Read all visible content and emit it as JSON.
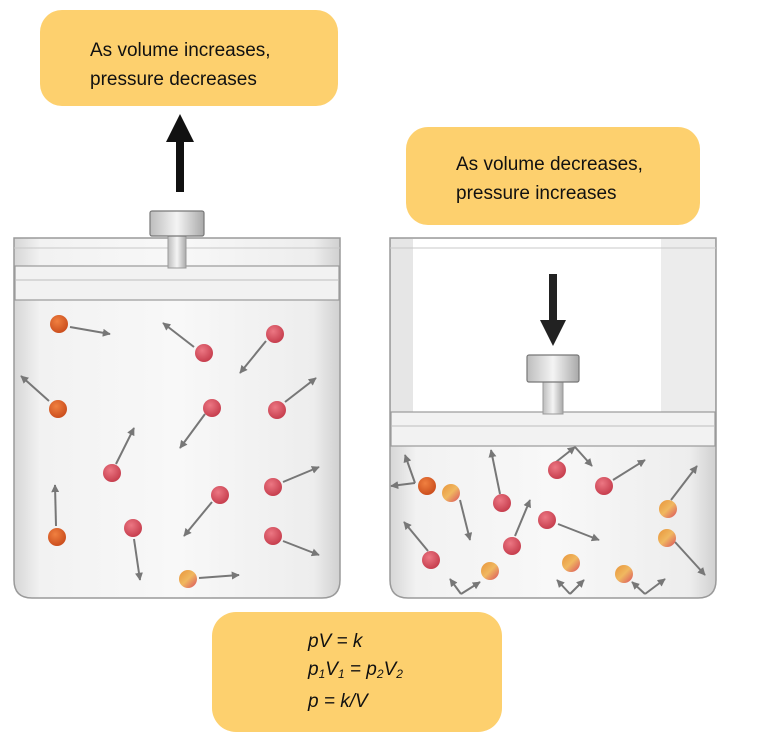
{
  "left_callout": {
    "line1": "As volume increases,",
    "line2": "pressure decreases"
  },
  "right_callout": {
    "line1": "As volume decreases,",
    "line2": "pressure increases"
  },
  "formulas": {
    "f1": "pV = k",
    "f2_p": "p",
    "f2_s1": "1",
    "f2_V": "V",
    "f2_s2": "1",
    "f2_eq": " = p",
    "f2_s3": "2",
    "f2_V2": "V",
    "f2_s4": "2",
    "f3": "p = k/V"
  },
  "colors": {
    "callout": "#fdd06e",
    "molecule": "#d9505e",
    "molecule_orange": "#e0642a",
    "arrow_gray": "#777777",
    "container": "#e9e9e9"
  }
}
